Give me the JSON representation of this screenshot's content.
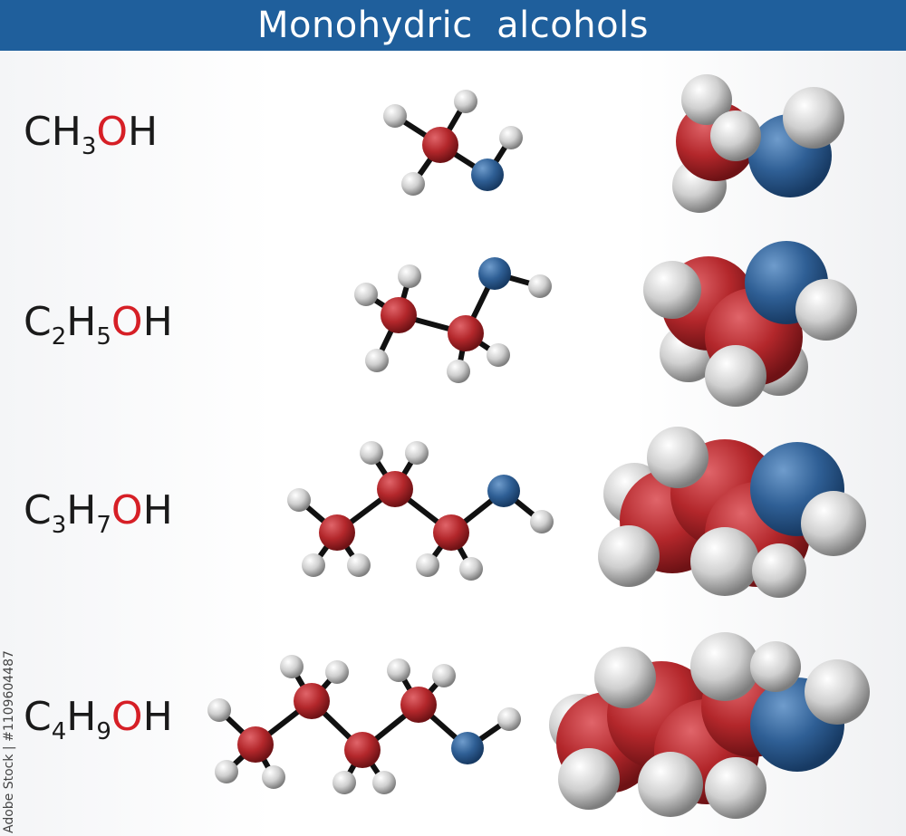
{
  "header": {
    "title": "Monohydric  alcohols"
  },
  "rows": [
    {
      "parts": [
        {
          "t": "CH",
          "k": "n"
        },
        {
          "t": "3",
          "k": "s"
        },
        {
          "t": "O",
          "k": "o"
        },
        {
          "t": "H",
          "k": "n"
        }
      ]
    },
    {
      "parts": [
        {
          "t": "C",
          "k": "n"
        },
        {
          "t": "2",
          "k": "s"
        },
        {
          "t": "H",
          "k": "n"
        },
        {
          "t": "5",
          "k": "s"
        },
        {
          "t": "O",
          "k": "o"
        },
        {
          "t": "H",
          "k": "n"
        }
      ]
    },
    {
      "parts": [
        {
          "t": "C",
          "k": "n"
        },
        {
          "t": "3",
          "k": "s"
        },
        {
          "t": "H",
          "k": "n"
        },
        {
          "t": "7",
          "k": "s"
        },
        {
          "t": "O",
          "k": "o"
        },
        {
          "t": "H",
          "k": "n"
        }
      ]
    },
    {
      "parts": [
        {
          "t": "C",
          "k": "n"
        },
        {
          "t": "4",
          "k": "s"
        },
        {
          "t": "H",
          "k": "n"
        },
        {
          "t": "9",
          "k": "s"
        },
        {
          "t": "O",
          "k": "o"
        },
        {
          "t": "H",
          "k": "n"
        }
      ]
    }
  ],
  "credit": "Adobe Stock | #1109604487",
  "colors": {
    "header_bg": "#1f5f9c",
    "carbon": "#b3272b",
    "oxygen": "#2f5f95",
    "hydrogen": "#cfcfcf",
    "bond": "#111111",
    "oxygen_text": "#d61f26"
  },
  "atom_key": {
    "carbon": "red",
    "oxygen": "blue",
    "hydrogen": "grey"
  }
}
